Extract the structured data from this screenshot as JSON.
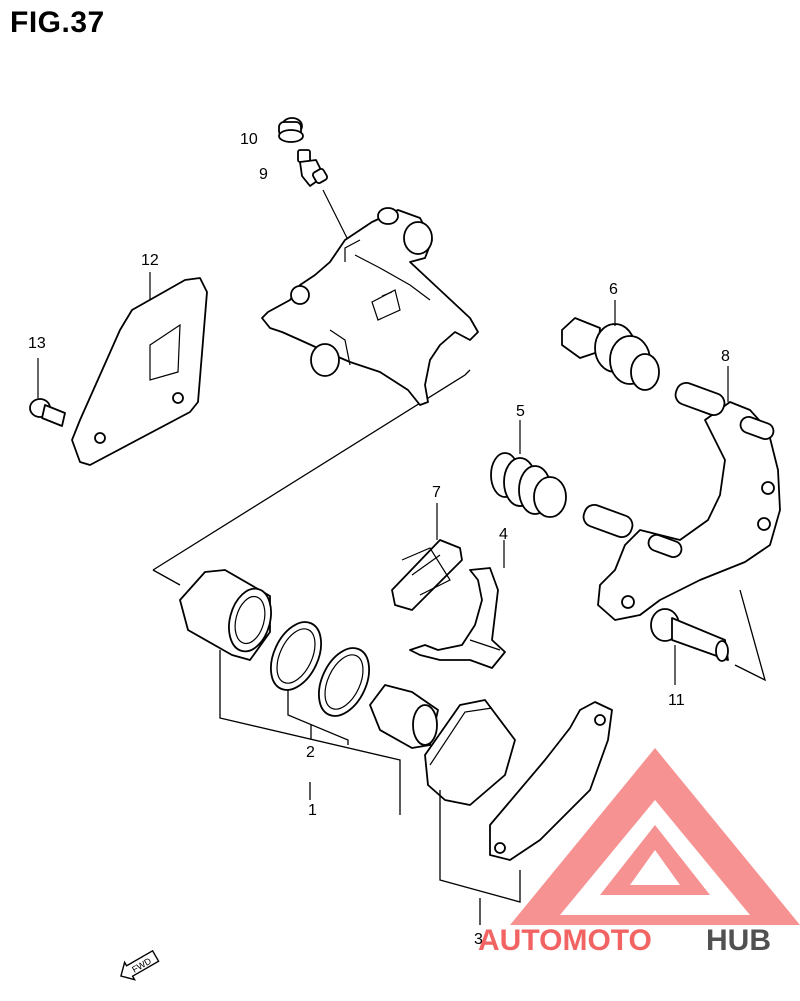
{
  "figure": {
    "title": "FIG.37"
  },
  "callouts": {
    "c1": "1",
    "c2": "2",
    "c3": "3",
    "c4": "4",
    "c5": "5",
    "c6": "6",
    "c7": "7",
    "c8": "8",
    "c9": "9",
    "c10": "10",
    "c11": "11",
    "c12": "12",
    "c13": "13"
  },
  "direction_badge": {
    "label": "FWD"
  },
  "watermark": {
    "brand_part1": "AUTOMOTO",
    "brand_part2": "HUB",
    "color_primary": "#f04a4a",
    "color_secondary": "#333333"
  }
}
